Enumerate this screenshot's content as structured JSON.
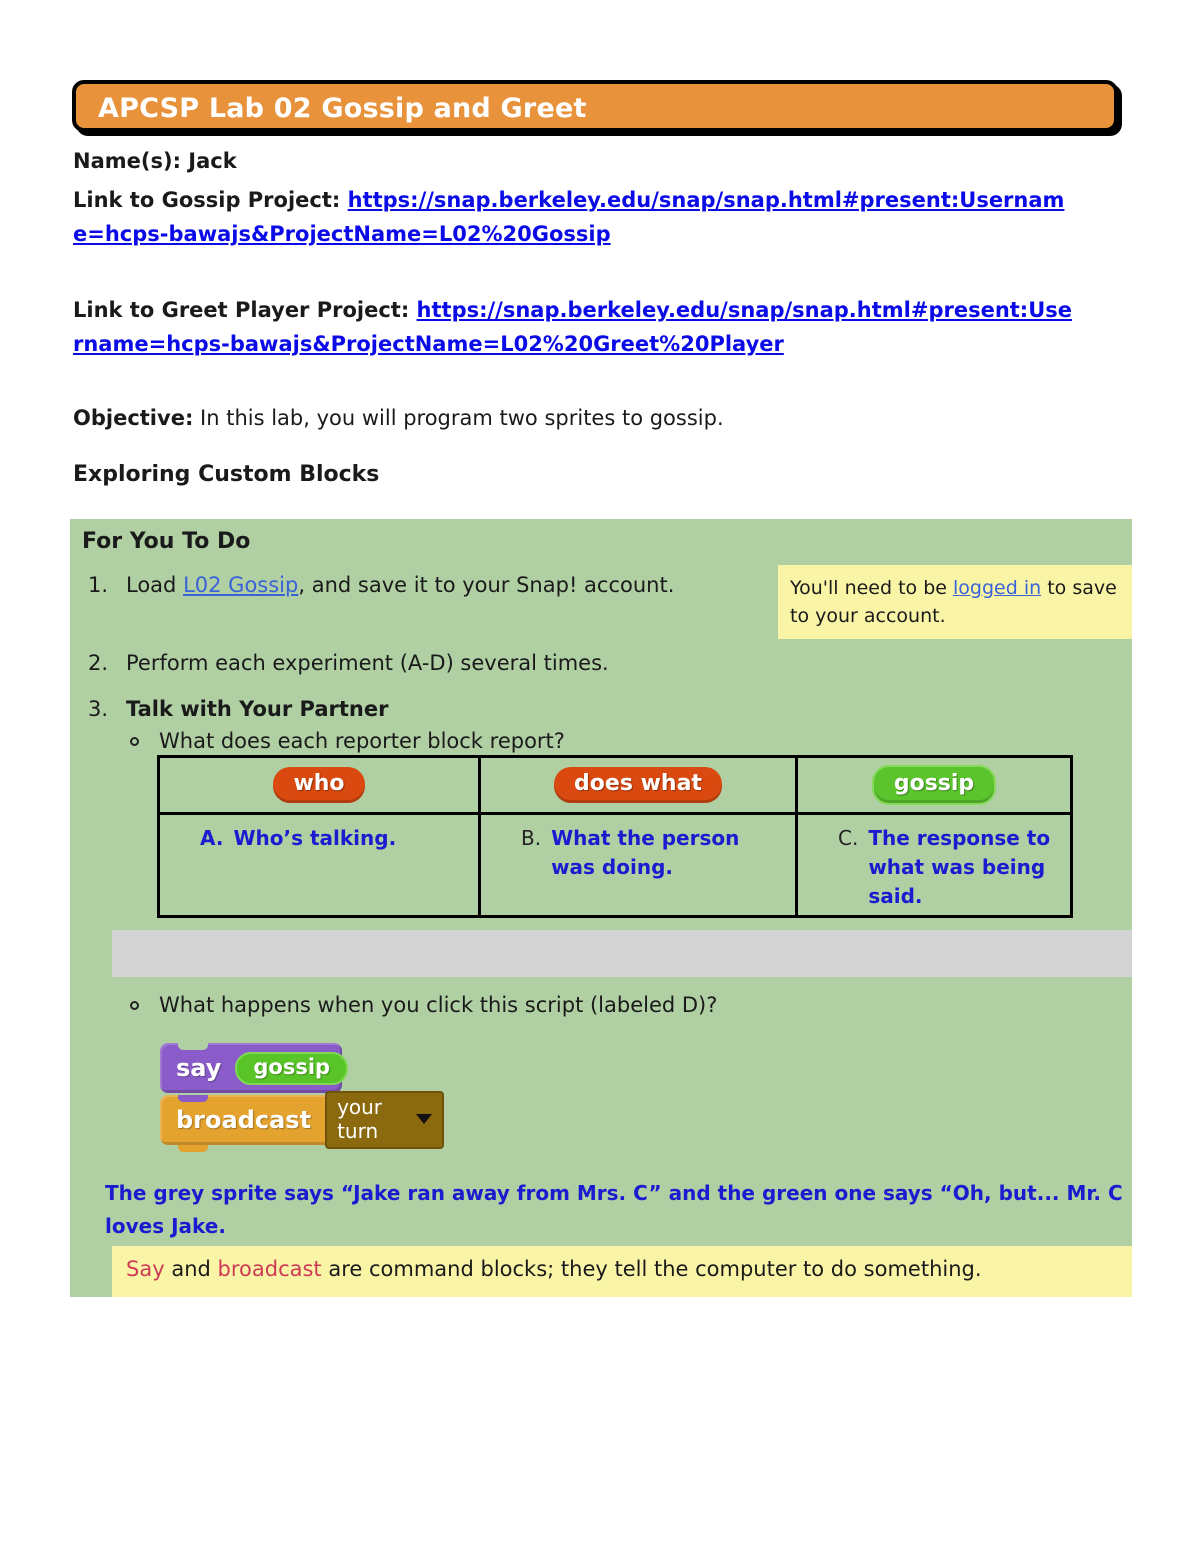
{
  "page": {
    "banner_title": "APCSP Lab 02 Gossip and Greet",
    "name_line": "Name(s): Jack",
    "gossip_link": {
      "label": "Link to Gossip Project:",
      "url": "https://snap.berkeley.edu/snap/snap.html#present:Username=hcps-bawajs&ProjectName=L02%20Gossip"
    },
    "greet_link": {
      "label": "Link to Greet Player Project:",
      "url": "https://snap.berkeley.edu/snap/snap.html#present:Username=hcps-bawajs&ProjectName=L02%20Greet%20Player"
    },
    "objective": {
      "label": "Objective:",
      "text": "In this lab, you will program two sprites to gossip."
    },
    "section_heading": "Exploring Custom Blocks"
  },
  "ftd": {
    "title": "For You To Do",
    "item1": {
      "num": "1.",
      "pre": "Load",
      "link": "L02 Gossip",
      "post": ", and save it to your Snap! account."
    },
    "note_logged_in": {
      "pre": "You'll need to be",
      "link": "logged in",
      "post": "to save to your account."
    },
    "item2": {
      "num": "2.",
      "text": "Perform each experiment (A-D) several times."
    },
    "item3": {
      "num": "3.",
      "text": "Talk with Your Partner"
    },
    "question1": "What does each reporter block report?",
    "table": {
      "header_blocks": [
        "who",
        "does what",
        "gossip"
      ],
      "answers": [
        {
          "marker": "A.",
          "text": "Who’s talking."
        },
        {
          "marker": "B.",
          "text": "What the person was doing."
        },
        {
          "marker": "C.",
          "text": "The response to what was being said."
        }
      ]
    },
    "question2": "What happens when you click this script (labeled D)?",
    "script_blocks": {
      "say_label": "say",
      "say_argument": "gossip",
      "broadcast_label": "broadcast",
      "broadcast_dropdown": "your turn"
    },
    "result_text": "The grey sprite says “Jake ran away from Mrs. C” and the green one says “Oh, but... Mr. C loves Jake.",
    "note_command_blocks": {
      "word_say": "Say",
      "mid": "and",
      "word_broadcast": "broadcast",
      "post": "are command blocks; they tell the computer to do something."
    }
  },
  "icons": {
    "dropdown_arrow": "▼",
    "bullet": "○"
  },
  "colors": {
    "banner_orange": "#E8923C",
    "box_green": "#B0D0A4",
    "note_yellow": "#FAF5A6",
    "divider_grey": "#D4D4D4",
    "link_blue": "#0B0BE8",
    "inline_link_blue": "#3A62D8",
    "answer_blue": "#1B1BD0",
    "keyword_red": "#CE3A56",
    "reporter_orange": "#DA4A10",
    "reporter_green": "#5BC42D",
    "say_purple": "#8A5CC9",
    "broadcast_amber": "#E4A22E"
  }
}
